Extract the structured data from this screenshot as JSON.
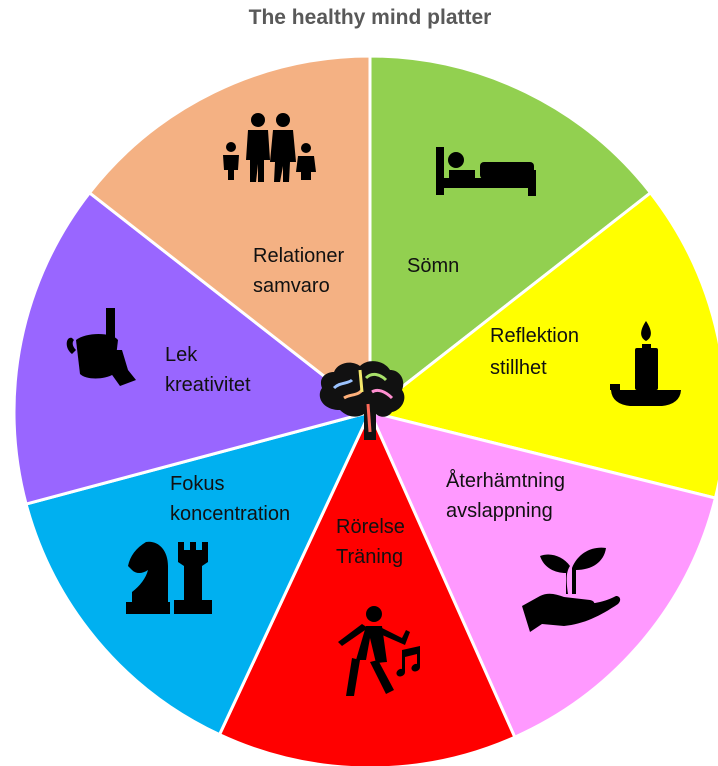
{
  "title": "The healthy mind platter",
  "segments": [
    {
      "key": "somn",
      "line1": "Sömn",
      "line2": "",
      "color": "#92D050",
      "icon": "bed-icon"
    },
    {
      "key": "reflektion",
      "line1": "Reflektion",
      "line2": "stillhet",
      "color": "#FFFF00",
      "icon": "candle-icon"
    },
    {
      "key": "aterhamtning",
      "line1": "Återhämtning",
      "line2": "avslappning",
      "color": "#FF99FF",
      "icon": "plant-in-hand-icon"
    },
    {
      "key": "rorelse",
      "line1": "Rörelse",
      "line2": "Träning",
      "color": "#FF0000",
      "icon": "dancer-music-icon"
    },
    {
      "key": "fokus",
      "line1": "Fokus",
      "line2": "koncentration",
      "color": "#00B0F0",
      "icon": "chess-pieces-icon"
    },
    {
      "key": "lek",
      "line1": "Lek",
      "line2": "kreativitet",
      "color": "#9966FF",
      "icon": "bucket-spade-icon"
    },
    {
      "key": "relationer",
      "line1": "Relationer",
      "line2": "samvaro",
      "color": "#F4B183",
      "icon": "family-icon"
    }
  ],
  "center_icon": "brain-icon"
}
